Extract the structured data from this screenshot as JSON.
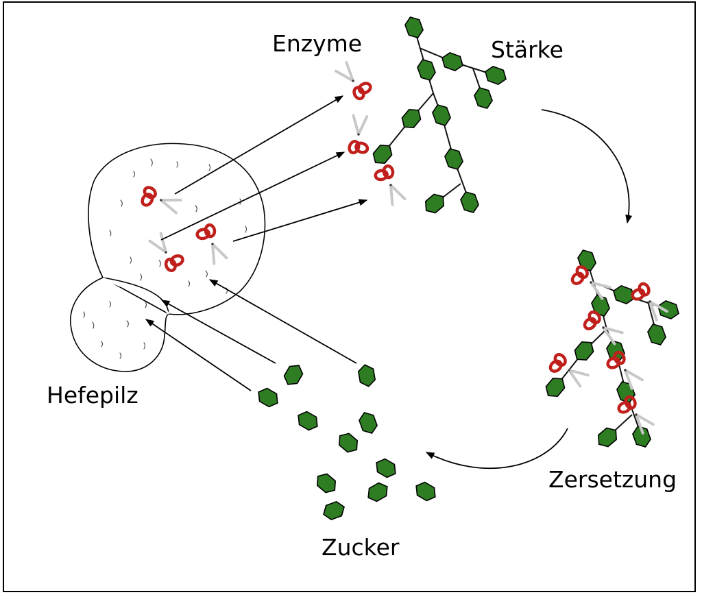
{
  "labels": {
    "enzyme": "Enzyme",
    "starch": "Stärke",
    "decomposition": "Zersetzung",
    "sugar": "Zucker",
    "yeast": "Hefepilz"
  },
  "colors": {
    "molecule": "#2e7d22",
    "scissor_handle": "#c0201c",
    "scissor_blade": "#c8c8c8"
  },
  "icons": {
    "enzyme": "scissors-icon",
    "molecule": "glucose-hexagon"
  }
}
